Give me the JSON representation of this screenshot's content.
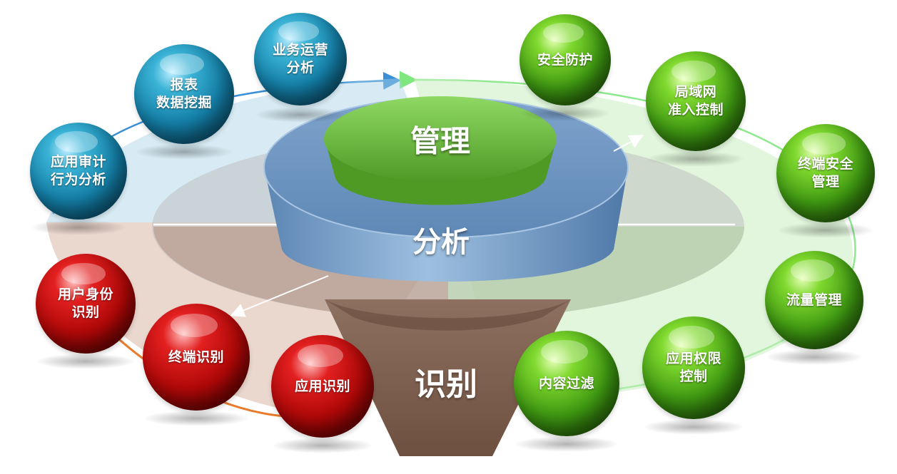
{
  "center": {
    "top_label": "管理",
    "middle_label": "分析",
    "bottom_label": "识别"
  },
  "analysis_group": {
    "color": "#1a86ad",
    "items": [
      {
        "lines": [
          "业务运营",
          "分析"
        ]
      },
      {
        "lines": [
          "报表",
          "数据挖掘"
        ]
      },
      {
        "lines": [
          "应用审计",
          "行为分析"
        ]
      }
    ]
  },
  "management_group": {
    "color": "#4aa316",
    "items": [
      {
        "lines": [
          "安全防护"
        ]
      },
      {
        "lines": [
          "局域网",
          "准入控制"
        ]
      },
      {
        "lines": [
          "终端安全",
          "管理"
        ]
      },
      {
        "lines": [
          "流量管理"
        ]
      },
      {
        "lines": [
          "应用权限",
          "控制"
        ]
      },
      {
        "lines": [
          "内容过滤"
        ]
      }
    ]
  },
  "identification_group": {
    "color": "#c00a0a",
    "items": [
      {
        "lines": [
          "用户身份",
          "识别"
        ]
      },
      {
        "lines": [
          "终端识别"
        ]
      },
      {
        "lines": [
          "应用识别"
        ]
      }
    ]
  }
}
